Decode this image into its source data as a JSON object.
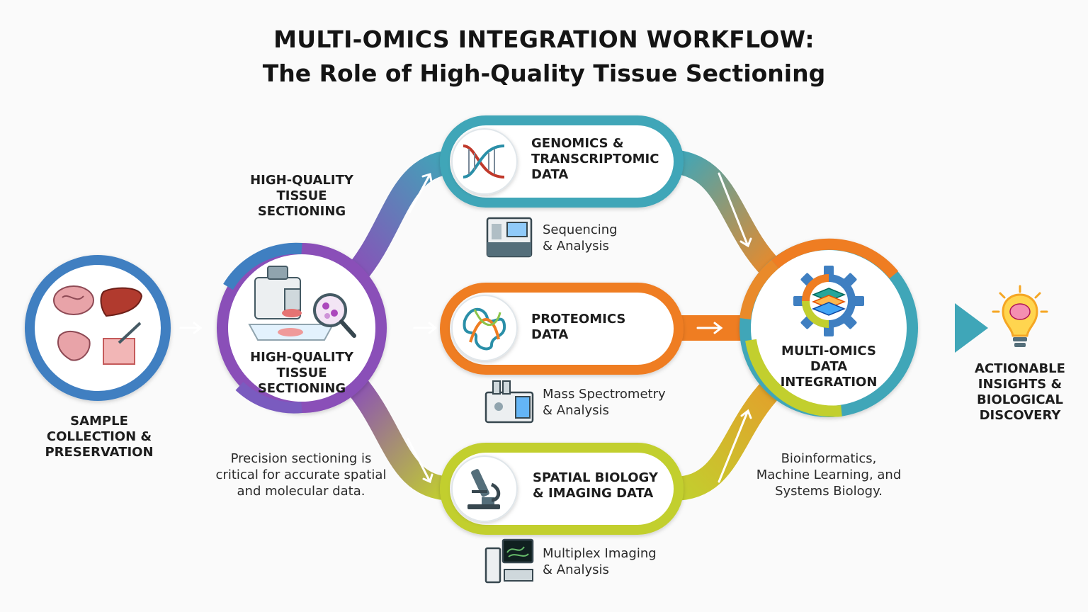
{
  "title": {
    "line1": "MULTI-OMICS INTEGRATION WORKFLOW:",
    "line2": "The Role of High-Quality Tissue Sectioning"
  },
  "nodes": {
    "sample": {
      "label": "SAMPLE\nCOLLECTION &\nPRESERVATION"
    },
    "sectioning": {
      "label_top": "HIGH-QUALITY\nTISSUE\nSECTIONING",
      "label_inner": "HIGH-QUALITY\nTISSUE\nSECTIONING",
      "note": "Precision sectioning is\ncritical for accurate spatial\nand molecular data."
    },
    "genomics": {
      "label": "GENOMICS &\nTRANSCRIPTOMIC\nDATA",
      "tool": "Sequencing\n& Analysis"
    },
    "proteomics": {
      "label": "PROTEOMICS\nDATA",
      "tool": "Mass Spectrometry\n& Analysis"
    },
    "spatial": {
      "label": "SPATIAL BIOLOGY\n& IMAGING DATA",
      "tool": "Multiplex Imaging\n& Analysis"
    },
    "integration": {
      "label": "MULTI-OMICS\nDATA\nINTEGRATION",
      "note": "Bioinformatics,\nMachine Learning, and\nSystems Biology."
    },
    "insights": {
      "label": "ACTIONABLE\nINSIGHTS &\nBIOLOGICAL\nDISCOVERY"
    }
  },
  "colors": {
    "blue": "#3f7fc1",
    "purple": "#8a4fb8",
    "teal": "#3fa6b8",
    "orange": "#ef7d22",
    "yellow": "#c2cf2e",
    "green": "#9acb3c"
  },
  "icons": {
    "sample": "organs-icon",
    "sectioning": "microtome-icon",
    "genomics": "dna-icon",
    "proteomics": "protein-icon",
    "spatial": "microscope-icon",
    "integration": "gear-layers-icon",
    "insights": "lightbulb-brain-icon",
    "sequencer": "sequencer-icon",
    "mass_spec": "mass-spectrometer-icon",
    "imaging": "imaging-workstation-icon"
  }
}
